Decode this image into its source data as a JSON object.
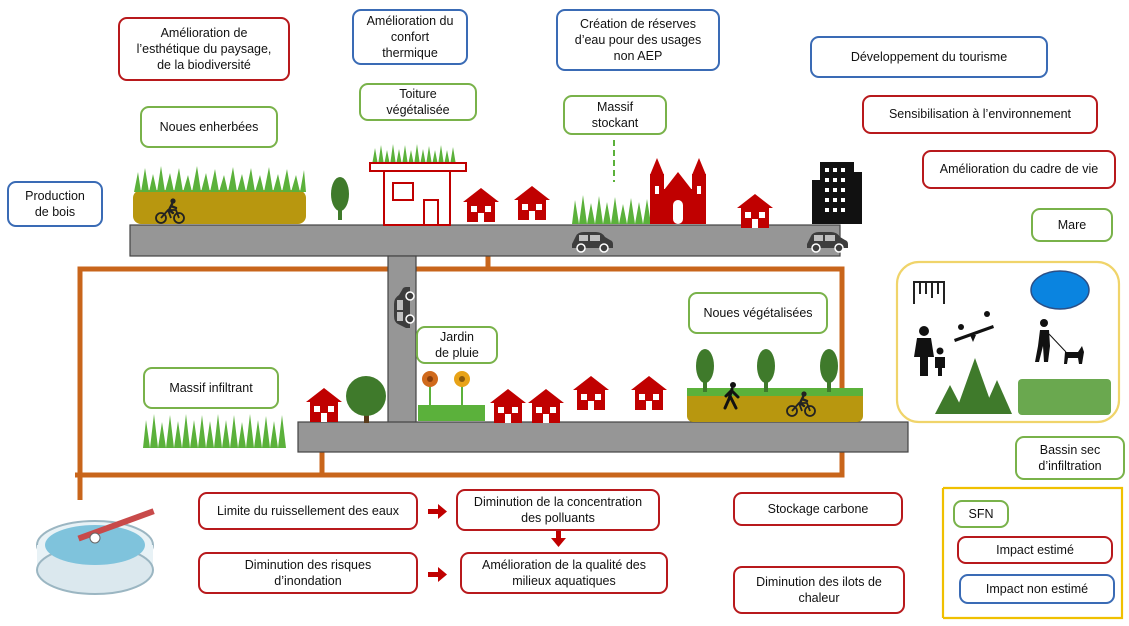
{
  "colors": {
    "impact_estimated": "#b8191c",
    "impact_not_estimated": "#3a6bb5",
    "sfn": "#79b24a",
    "road": "#969696",
    "pipe": "#c8651b",
    "house": "#c00000",
    "tree": "#3f7a2b",
    "grass": "#5bb13b",
    "soil": "#b8970f",
    "legend_border": "#f0c000"
  },
  "impacts_estimated": [
    "Amélioration de\nl’esthétique du paysage,\nde la biodiversité",
    "Sensibilisation à l’environnement",
    "Amélioration du cadre de vie",
    "Limite du ruissellement des eaux",
    "Diminution de la concentration\ndes polluants",
    "Diminution des risques\nd’inondation",
    "Amélioration de la qualité des\nmilieux aquatiques",
    "Stockage carbone",
    "Diminution des ilots de\nchaleur"
  ],
  "impacts_not_estimated": [
    "Amélioration du\nconfort\nthermique",
    "Création de réserves\nd’eau pour des usages\nnon AEP",
    "Développement du tourisme",
    "Production\nde bois"
  ],
  "sfn_labels": [
    "Noues enherbées",
    "Toiture\nvégétalisée",
    "Massif\nstockant",
    "Mare",
    "Noues végétalisées",
    "Jardin\nde pluie",
    "Massif infiltrant",
    "Bassin sec\nd’infiltration"
  ],
  "legend": {
    "sfn": "SFN",
    "estimated": "Impact estimé",
    "not_estimated": "Impact non estimé"
  },
  "arrows": [
    "right-arrow",
    "down-arrow",
    "right-arrow"
  ],
  "icons": [
    "cyclist-icon",
    "walker-icon",
    "car-icon",
    "house-icon",
    "church-icon",
    "building-icon",
    "tree-icon",
    "flower-icon",
    "playground-icon",
    "family-icon",
    "seesaw-icon",
    "dog-walker-icon",
    "pond-icon",
    "treatment-plant-icon"
  ]
}
